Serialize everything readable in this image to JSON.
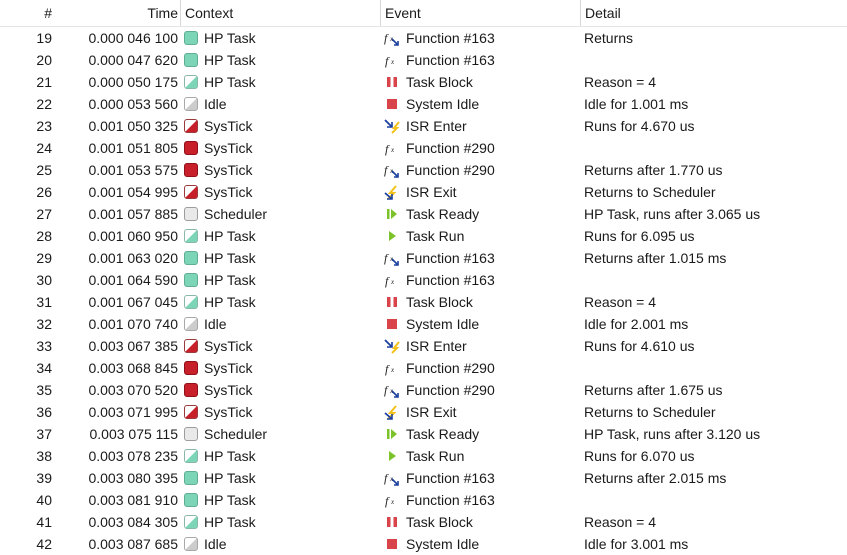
{
  "columns": {
    "num": "#",
    "time": "Time",
    "context": "Context",
    "event": "Event",
    "detail": "Detail"
  },
  "rows": [
    {
      "num": "19",
      "time": "0.000 046 100",
      "context": "HP Task",
      "ctx_icon": "hp-task-icon",
      "event": "Function #163",
      "evt_icon": "function-return-icon",
      "detail": "Returns"
    },
    {
      "num": "20",
      "time": "0.000 047 620",
      "context": "HP Task",
      "ctx_icon": "hp-task-icon",
      "event": "Function #163",
      "evt_icon": "function-icon",
      "detail": ""
    },
    {
      "num": "21",
      "time": "0.000 050 175",
      "context": "HP Task",
      "ctx_icon": "hp-task-partial-icon",
      "event": "Task Block",
      "evt_icon": "task-block-icon",
      "detail": "Reason = 4"
    },
    {
      "num": "22",
      "time": "0.000 053 560",
      "context": "Idle",
      "ctx_icon": "idle-icon",
      "event": "System Idle",
      "evt_icon": "system-idle-icon",
      "detail": "Idle for 1.001 ms"
    },
    {
      "num": "23",
      "time": "0.001 050 325",
      "context": "SysTick",
      "ctx_icon": "systick-partial-icon",
      "event": "ISR Enter",
      "evt_icon": "isr-enter-icon",
      "detail": "Runs for 4.670 us"
    },
    {
      "num": "24",
      "time": "0.001 051 805",
      "context": "SysTick",
      "ctx_icon": "systick-icon",
      "event": "Function #290",
      "evt_icon": "function-icon",
      "detail": ""
    },
    {
      "num": "25",
      "time": "0.001 053 575",
      "context": "SysTick",
      "ctx_icon": "systick-icon",
      "event": "Function #290",
      "evt_icon": "function-return-icon",
      "detail": "Returns after 1.770 us"
    },
    {
      "num": "26",
      "time": "0.001 054 995",
      "context": "SysTick",
      "ctx_icon": "systick-partial-icon",
      "event": "ISR Exit",
      "evt_icon": "isr-exit-icon",
      "detail": "Returns to Scheduler"
    },
    {
      "num": "27",
      "time": "0.001 057 885",
      "context": "Scheduler",
      "ctx_icon": "scheduler-icon",
      "event": "Task Ready",
      "evt_icon": "task-ready-icon",
      "detail": "HP Task, runs after 3.065 us"
    },
    {
      "num": "28",
      "time": "0.001 060 950",
      "context": "HP Task",
      "ctx_icon": "hp-task-partial-icon",
      "event": "Task Run",
      "evt_icon": "task-run-icon",
      "detail": "Runs for 6.095 us"
    },
    {
      "num": "29",
      "time": "0.001 063 020",
      "context": "HP Task",
      "ctx_icon": "hp-task-icon",
      "event": "Function #163",
      "evt_icon": "function-return-icon",
      "detail": "Returns after 1.015 ms"
    },
    {
      "num": "30",
      "time": "0.001 064 590",
      "context": "HP Task",
      "ctx_icon": "hp-task-icon",
      "event": "Function #163",
      "evt_icon": "function-icon",
      "detail": ""
    },
    {
      "num": "31",
      "time": "0.001 067 045",
      "context": "HP Task",
      "ctx_icon": "hp-task-partial-icon",
      "event": "Task Block",
      "evt_icon": "task-block-icon",
      "detail": "Reason = 4"
    },
    {
      "num": "32",
      "time": "0.001 070 740",
      "context": "Idle",
      "ctx_icon": "idle-icon",
      "event": "System Idle",
      "evt_icon": "system-idle-icon",
      "detail": "Idle for 2.001 ms"
    },
    {
      "num": "33",
      "time": "0.003 067 385",
      "context": "SysTick",
      "ctx_icon": "systick-partial-icon",
      "event": "ISR Enter",
      "evt_icon": "isr-enter-icon",
      "detail": "Runs for 4.610 us"
    },
    {
      "num": "34",
      "time": "0.003 068 845",
      "context": "SysTick",
      "ctx_icon": "systick-icon",
      "event": "Function #290",
      "evt_icon": "function-icon",
      "detail": ""
    },
    {
      "num": "35",
      "time": "0.003 070 520",
      "context": "SysTick",
      "ctx_icon": "systick-icon",
      "event": "Function #290",
      "evt_icon": "function-return-icon",
      "detail": "Returns after 1.675 us"
    },
    {
      "num": "36",
      "time": "0.003 071 995",
      "context": "SysTick",
      "ctx_icon": "systick-partial-icon",
      "event": "ISR Exit",
      "evt_icon": "isr-exit-icon",
      "detail": "Returns to Scheduler"
    },
    {
      "num": "37",
      "time": "0.003 075 115",
      "context": "Scheduler",
      "ctx_icon": "scheduler-icon",
      "event": "Task Ready",
      "evt_icon": "task-ready-icon",
      "detail": "HP Task, runs after 3.120 us"
    },
    {
      "num": "38",
      "time": "0.003 078 235",
      "context": "HP Task",
      "ctx_icon": "hp-task-partial-icon",
      "event": "Task Run",
      "evt_icon": "task-run-icon",
      "detail": "Runs for 6.070 us"
    },
    {
      "num": "39",
      "time": "0.003 080 395",
      "context": "HP Task",
      "ctx_icon": "hp-task-icon",
      "event": "Function #163",
      "evt_icon": "function-return-icon",
      "detail": "Returns after 2.015 ms"
    },
    {
      "num": "40",
      "time": "0.003 081 910",
      "context": "HP Task",
      "ctx_icon": "hp-task-icon",
      "event": "Function #163",
      "evt_icon": "function-icon",
      "detail": ""
    },
    {
      "num": "41",
      "time": "0.003 084 305",
      "context": "HP Task",
      "ctx_icon": "hp-task-partial-icon",
      "event": "Task Block",
      "evt_icon": "task-block-icon",
      "detail": "Reason = 4"
    },
    {
      "num": "42",
      "time": "0.003 087 685",
      "context": "Idle",
      "ctx_icon": "idle-icon",
      "event": "System Idle",
      "evt_icon": "system-idle-icon",
      "detail": "Idle for 3.001 ms"
    }
  ],
  "colors": {
    "hp_task": "#7dd5b8",
    "systick": "#c8202a",
    "scheduler": "#e9e9e9",
    "block": "#d9444a",
    "ready": "#7cc22a",
    "isr_arrow": "#1a3fa0",
    "isr_bolt": "#f2c21b"
  }
}
